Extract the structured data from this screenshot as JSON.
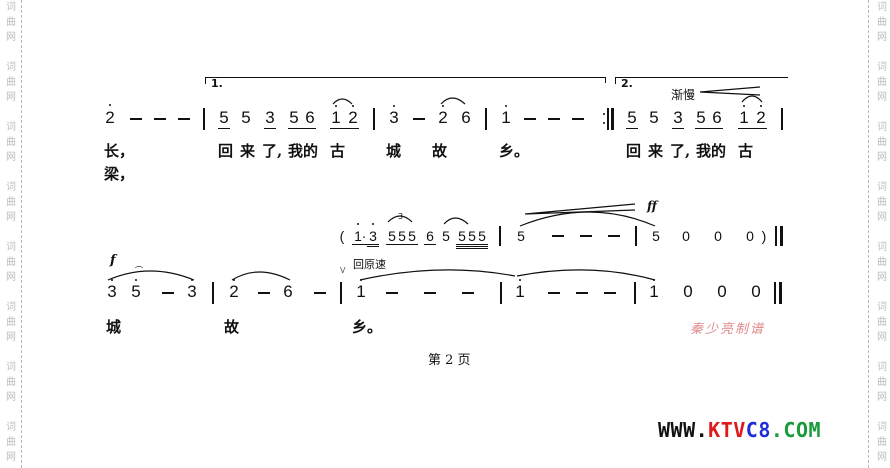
{
  "watermark": {
    "side_text": [
      "词",
      "曲",
      "网"
    ],
    "repeat_count": 8
  },
  "score": {
    "line1": {
      "volta1_label": "1.",
      "volta2_label": "2.",
      "tempo_mark": "渐慢",
      "notes": [
        "2",
        "–",
        "–",
        "–",
        "5",
        "5",
        "3",
        "5",
        "6",
        "1",
        "2",
        "3",
        "–",
        "2",
        "6",
        "1",
        "–",
        "–",
        "–",
        "5",
        "5",
        "3",
        "5",
        "6",
        "1",
        "2"
      ],
      "lyrics_row1": [
        "长，",
        "回",
        "来",
        "了,",
        "我的",
        "古",
        "城",
        "故",
        "乡。",
        "回",
        "来",
        "了,",
        "我的",
        "古"
      ],
      "lyrics_row2": [
        "梁，"
      ]
    },
    "line2": {
      "dynamic": "ff",
      "open_paren": "(",
      "close_paren": ")",
      "notes": [
        "1",
        "·",
        "3",
        "5",
        "5",
        "5",
        "6",
        "5",
        "5",
        "5",
        "5",
        "5",
        "–",
        "–",
        "–",
        "5",
        "0",
        "0",
        "0"
      ],
      "triplet_mark": "3"
    },
    "line3": {
      "dynamic": "f",
      "tempo_mark": "回原速",
      "breath_mark": "V",
      "notes": [
        "3",
        "5",
        "–",
        "3",
        "2",
        "–",
        "6",
        "–",
        "1",
        "–",
        "–",
        "–",
        "1",
        "–",
        "–",
        "–",
        "1",
        "0",
        "0",
        "0"
      ],
      "lyrics": [
        "城",
        "故",
        "乡。"
      ]
    }
  },
  "footer": {
    "page_label": "第 2 页",
    "site_parts": [
      {
        "text": "WWW.",
        "color": "#111111"
      },
      {
        "text": "KTV",
        "color": "#e0191b"
      },
      {
        "text": "C8",
        "color": "#1f2fd8"
      },
      {
        "text": ".COM",
        "color": "#1a9a3a"
      }
    ],
    "credit": "秦少亮制谱"
  }
}
